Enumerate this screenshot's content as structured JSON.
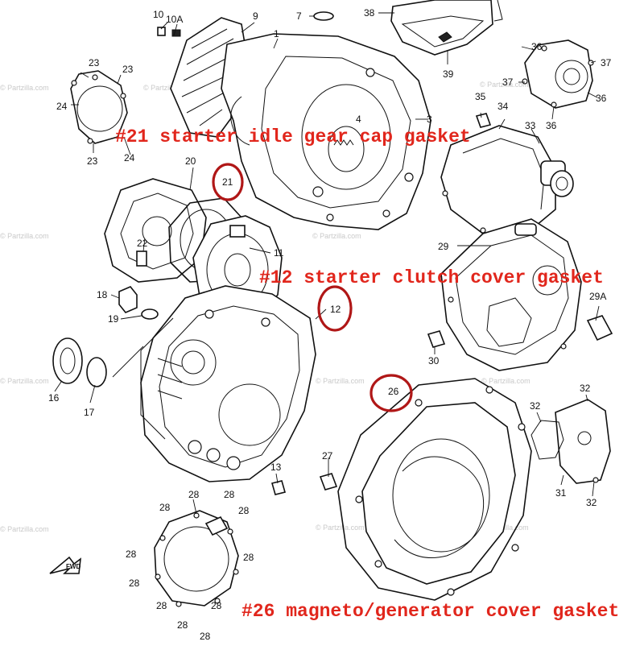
{
  "watermark": "© Partzilla.com",
  "fwd_label": "FWD",
  "callouts": {
    "c1": "1",
    "c3": "3",
    "c4": "4",
    "c7": "7",
    "c9": "9",
    "c10": "10",
    "c10a": "10A",
    "c11": "11",
    "c12": "12",
    "c13": "13",
    "c16": "16",
    "c17": "17",
    "c18": "18",
    "c19": "19",
    "c20": "20",
    "c21": "21",
    "c22": "22",
    "c23": "23",
    "c24": "24",
    "c26": "26",
    "c27": "27",
    "c28": "28",
    "c29": "29",
    "c29a": "29A",
    "c30": "30",
    "c31": "31",
    "c32": "32",
    "c33": "33",
    "c34": "34",
    "c35": "35",
    "c36": "36",
    "c37": "37",
    "c38": "38",
    "c39": "39"
  },
  "annotations": {
    "gasket21": "#21 starter idle gear cap gasket",
    "gasket12": "#12 starter clutch cover gasket",
    "gasket26": "#26 magneto/generator cover gasket"
  },
  "colors": {
    "annotation": "#e1261c",
    "ring": "#b01717",
    "line": "#111111"
  }
}
